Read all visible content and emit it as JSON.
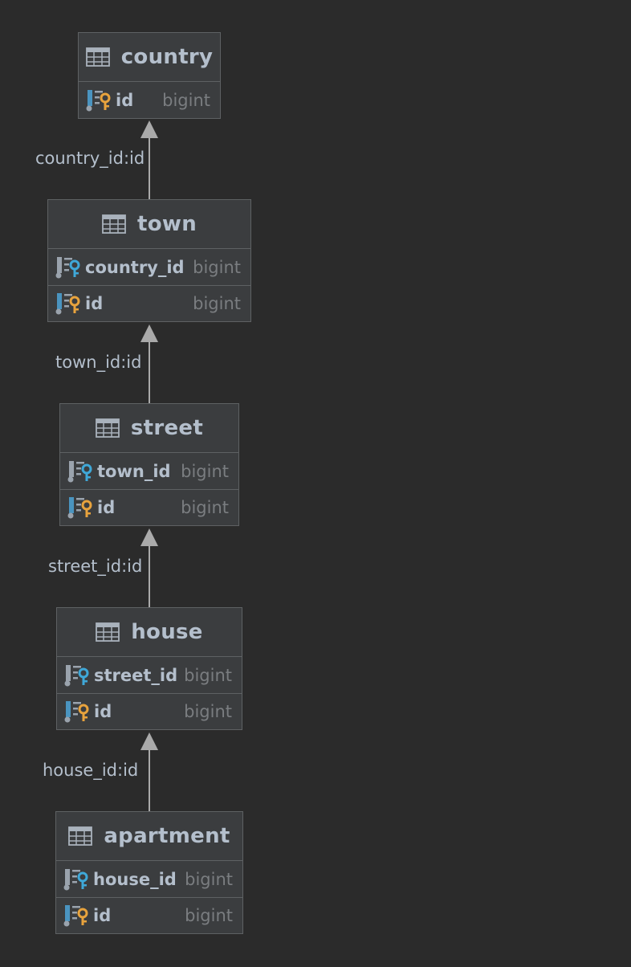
{
  "tables": [
    {
      "name": "country",
      "columns": [
        {
          "name": "id",
          "type": "bigint",
          "kind": "pk"
        }
      ]
    },
    {
      "name": "town",
      "columns": [
        {
          "name": "country_id",
          "type": "bigint",
          "kind": "fk"
        },
        {
          "name": "id",
          "type": "bigint",
          "kind": "pk"
        }
      ]
    },
    {
      "name": "street",
      "columns": [
        {
          "name": "town_id",
          "type": "bigint",
          "kind": "fk"
        },
        {
          "name": "id",
          "type": "bigint",
          "kind": "pk"
        }
      ]
    },
    {
      "name": "house",
      "columns": [
        {
          "name": "street_id",
          "type": "bigint",
          "kind": "fk"
        },
        {
          "name": "id",
          "type": "bigint",
          "kind": "pk"
        }
      ]
    },
    {
      "name": "apartment",
      "columns": [
        {
          "name": "house_id",
          "type": "bigint",
          "kind": "fk"
        },
        {
          "name": "id",
          "type": "bigint",
          "kind": "pk"
        }
      ]
    }
  ],
  "relations": [
    {
      "label": "country_id:id",
      "from": "town",
      "to": "country"
    },
    {
      "label": "town_id:id",
      "from": "street",
      "to": "town"
    },
    {
      "label": "street_id:id",
      "from": "house",
      "to": "street"
    },
    {
      "label": "house_id:id",
      "from": "apartment",
      "to": "house"
    }
  ],
  "colors": {
    "background": "#2b2b2b",
    "pk_key": "#e8a33d",
    "fk_key": "#3fa8d8",
    "connector": "#aaaaaa"
  },
  "icons": {
    "table": "table-grid-icon",
    "primary_key": "primary-key-column-icon",
    "foreign_key": "foreign-key-column-icon"
  }
}
